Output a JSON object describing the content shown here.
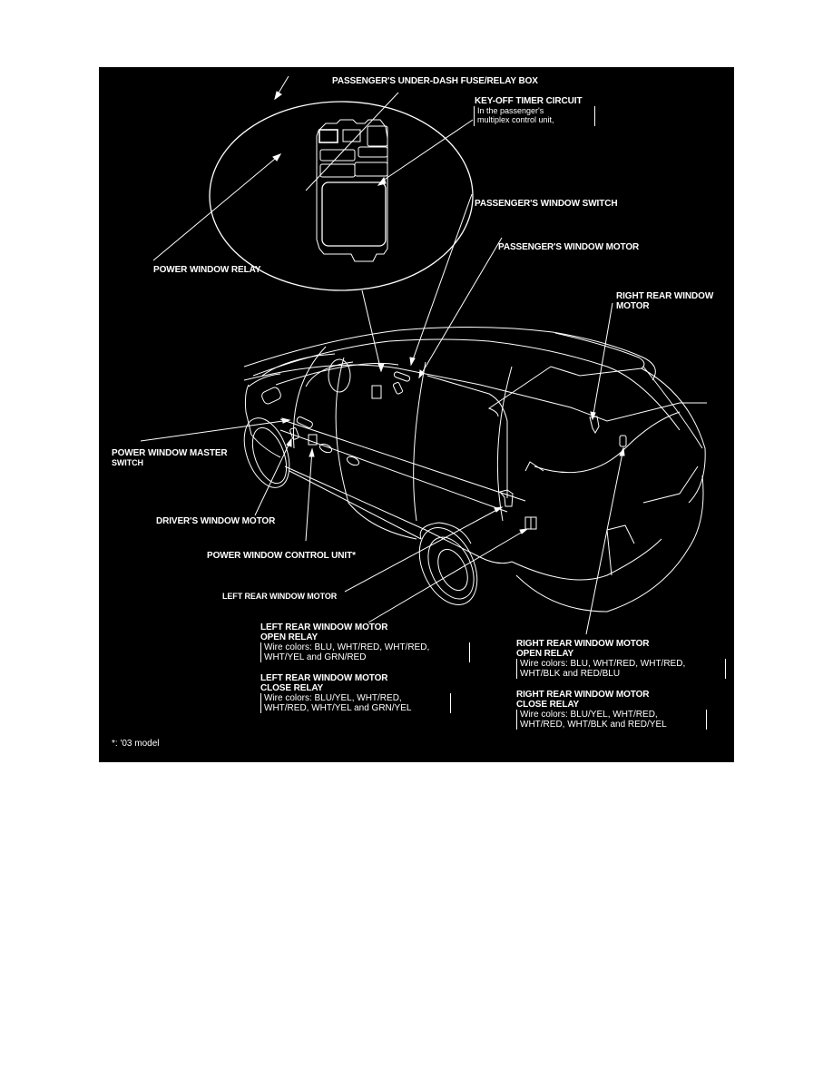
{
  "diagram": {
    "background": "#000000",
    "line_color": "#ffffff",
    "labels": {
      "fuse_box": "PASSENGER'S UNDER-DASH FUSE/RELAY BOX",
      "key_off_timer": "KEY-OFF TIMER CIRCUIT",
      "key_off_timer_note_1": "In the passenger's",
      "key_off_timer_note_2": "multiplex control unit,",
      "power_window_relay": "POWER WINDOW RELAY",
      "passenger_window_switch": "PASSENGER'S WINDOW SWITCH",
      "passenger_window_motor": "PASSENGER'S WINDOW MOTOR",
      "right_rear_motor_1": "RIGHT REAR WINDOW",
      "right_rear_motor_2": "MOTOR",
      "master_switch_1": "POWER WINDOW MASTER",
      "master_switch_2": "SWITCH",
      "driver_window_motor": "DRIVER'S WINDOW MOTOR",
      "control_unit": "POWER WINDOW CONTROL UNIT*",
      "left_rear_motor": "LEFT REAR WINDOW MOTOR"
    },
    "relays": [
      {
        "title_1": "LEFT REAR WINDOW MOTOR",
        "title_2": "OPEN RELAY",
        "wire_1": "Wire colors: BLU, WHT/RED, WHT/RED,",
        "wire_2": "WHT/YEL and GRN/RED"
      },
      {
        "title_1": "LEFT REAR WINDOW MOTOR",
        "title_2": "CLOSE RELAY",
        "wire_1": "Wire colors: BLU/YEL, WHT/RED,",
        "wire_2": "WHT/RED, WHT/YEL and GRN/YEL"
      },
      {
        "title_1": "RIGHT REAR WINDOW MOTOR",
        "title_2": "OPEN RELAY",
        "wire_1": "Wire colors: BLU, WHT/RED, WHT/RED,",
        "wire_2": "WHT/BLK and RED/BLU"
      },
      {
        "title_1": "RIGHT REAR WINDOW MOTOR",
        "title_2": "CLOSE RELAY",
        "wire_1": "Wire colors: BLU/YEL, WHT/RED,",
        "wire_2": "WHT/RED, WHT/BLK and RED/YEL"
      }
    ],
    "footnote": "*: '03 model"
  }
}
